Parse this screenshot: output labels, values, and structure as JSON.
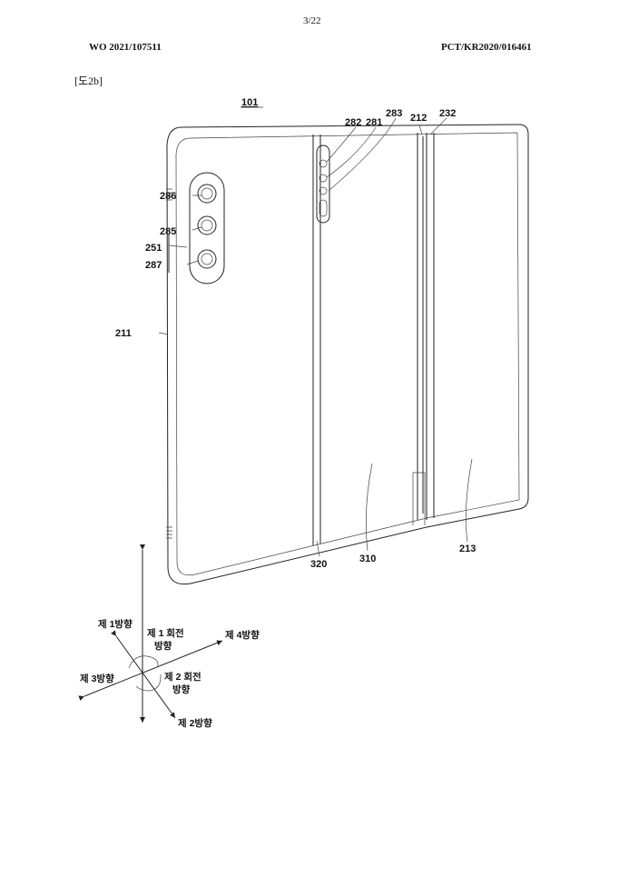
{
  "header": {
    "page_number": "3/22",
    "publication_number": "WO 2021/107511",
    "application_number": "PCT/KR2020/016461",
    "figure_label": "[도2b]"
  },
  "figure": {
    "title_ref": "101",
    "refs": {
      "r282": "282",
      "r281": "281",
      "r283": "283",
      "r212": "212",
      "r232": "232",
      "r286": "286",
      "r285": "285",
      "r251": "251",
      "r287": "287",
      "r211": "211",
      "r320": "320",
      "r310": "310",
      "r213": "213"
    },
    "axes": {
      "dir1": "제 1방향",
      "dir2": "제 2방향",
      "dir3": "제 3방향",
      "dir4": "제 4방향",
      "rot1_line1": "제 1 회전",
      "rot1_line2": "방향",
      "rot2_line1": "제 2 회전",
      "rot2_line2": "방향"
    }
  }
}
